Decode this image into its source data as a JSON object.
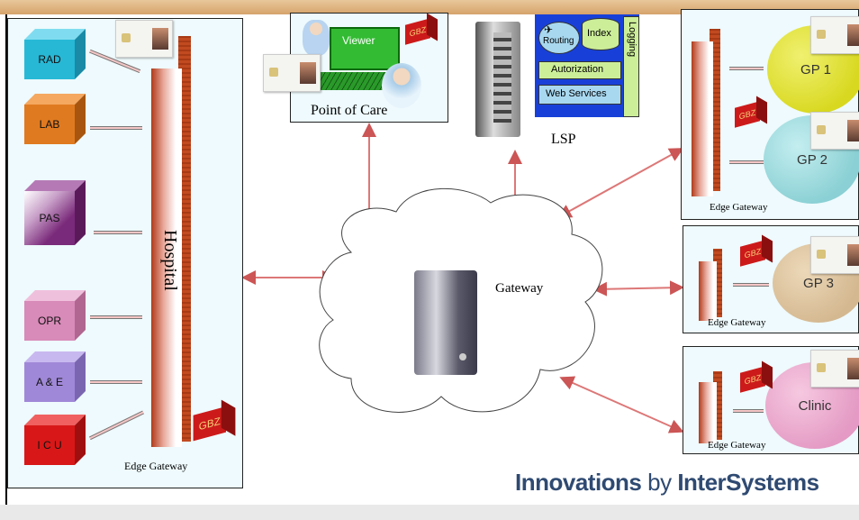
{
  "hospital": {
    "title": "Hospital",
    "departments": [
      "RAD",
      "LAB",
      "PAS",
      "OPR",
      "A & E",
      "I C U"
    ],
    "gateway_label": "Edge Gateway",
    "gbz_label": "GBZ"
  },
  "point_of_care": {
    "label": "Point of Care",
    "viewer_label": "Viewer",
    "gbz_label": "GBZ"
  },
  "lsp": {
    "label": "LSP",
    "routing_label": "Routing",
    "index_label": "Index",
    "logging_label": "Logging",
    "authorization_label": "Autorization",
    "web_services_label": "Web Services"
  },
  "gateway": {
    "label": "Gateway"
  },
  "gp_practice": {
    "nodes": [
      "GP 1",
      "GP 2"
    ],
    "gateway_label": "Edge Gateway",
    "gbz_label": "GBZ"
  },
  "gp3": {
    "node": "GP 3",
    "gateway_label": "Edge Gateway",
    "gbz_label": "GBZ"
  },
  "clinic": {
    "node": "Clinic",
    "gateway_label": "Edge Gateway",
    "gbz_label": "GBZ"
  },
  "branding": {
    "text_bold1": "Innovations",
    "text_by": " by ",
    "text_bold2": "InterSystems"
  },
  "colors": {
    "rad": "#27b8d6",
    "lab": "#e07a20",
    "pas": "#7a2a7a",
    "opr": "#d88ab8",
    "ae": "#a088d8",
    "icu": "#d81818",
    "gp1": "#d8d820",
    "gp2": "#8ad0d4",
    "gp3": "#d4b890",
    "clinic": "#e49ac4",
    "brand": "#2f4a72"
  }
}
